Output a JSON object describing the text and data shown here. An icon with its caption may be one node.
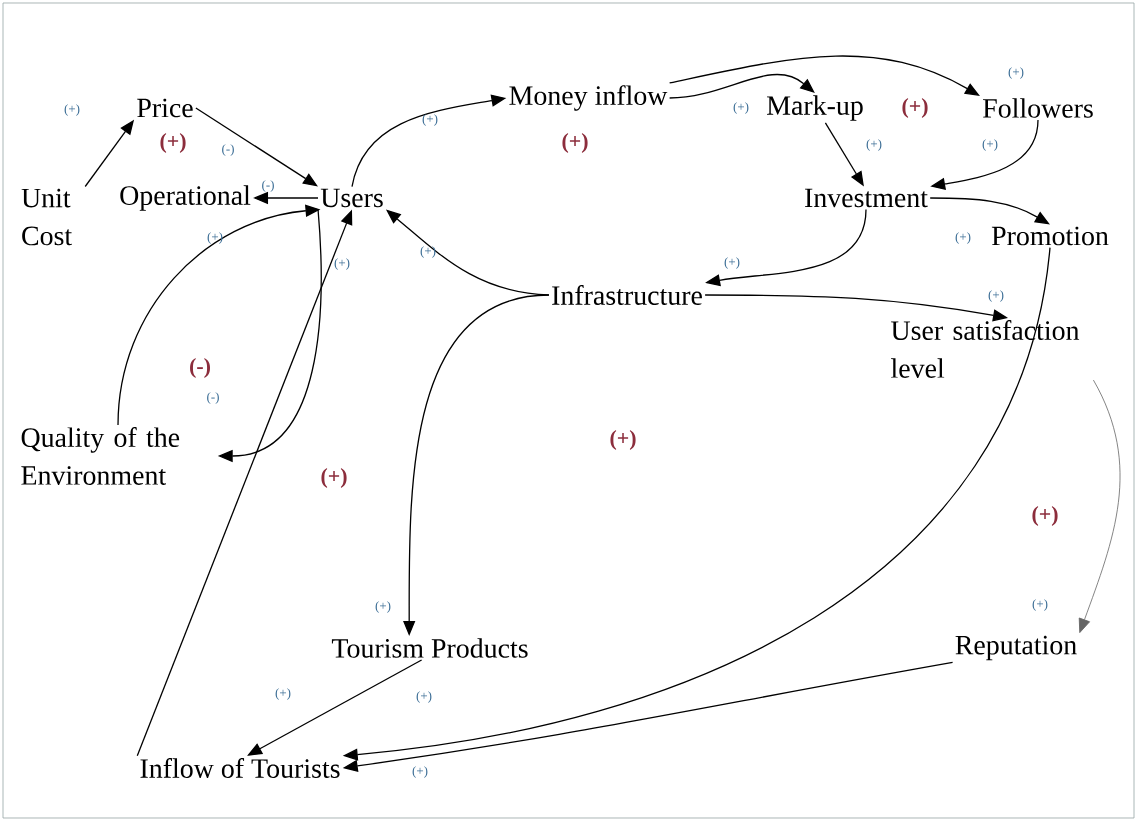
{
  "diagram": {
    "nodes": [
      {
        "text": [
          "Price"
        ]
      },
      {
        "text": [
          "Unit Cost"
        ]
      },
      {
        "text": [
          "Operational"
        ]
      },
      {
        "text": [
          "Users"
        ]
      },
      {
        "text": [
          "Money inflow"
        ]
      },
      {
        "text": [
          "Mark-up"
        ]
      },
      {
        "text": [
          "Followers"
        ]
      },
      {
        "text": [
          "Investment"
        ]
      },
      {
        "text": [
          "Promotion"
        ]
      },
      {
        "text": [
          "Infrastructure"
        ]
      },
      {
        "text": [
          "User satisfaction level"
        ]
      },
      {
        "text": [
          "Quality of the Environment"
        ]
      },
      {
        "text": [
          "Tourism Products"
        ]
      },
      {
        "text": [
          "Reputation"
        ]
      },
      {
        "text": [
          "Inflow of Tourists"
        ]
      }
    ],
    "edges": [
      {
        "from": 1,
        "to": 0,
        "arrow": "to",
        "label": "(+)"
      },
      {
        "from": 0,
        "to": 3,
        "arrow": "to",
        "label": "(-)"
      },
      {
        "from": 3,
        "to": 2,
        "arrow": "to",
        "label": "(-)"
      },
      {
        "from": 3,
        "to": 11,
        "arrow": "to",
        "label": "(-)"
      },
      {
        "from": 11,
        "to": 3,
        "arrow": "to",
        "label": "(+)"
      },
      {
        "from": 14,
        "to": 3,
        "arrow": "to",
        "label": "(+)"
      },
      {
        "from": 9,
        "to": 3,
        "arrow": "to",
        "label": "(+)"
      },
      {
        "from": 3,
        "to": 4,
        "arrow": "to",
        "label": "(+)"
      },
      {
        "from": 4,
        "to": 5,
        "arrow": "to",
        "label": "(+)"
      },
      {
        "from": 4,
        "to": 6,
        "arrow": "to",
        "label": "(+)"
      },
      {
        "from": 5,
        "to": 7,
        "arrow": "to",
        "label": "(+)"
      },
      {
        "from": 6,
        "to": 7,
        "arrow": "to",
        "label": "(+)"
      },
      {
        "from": 7,
        "to": 8,
        "arrow": "to",
        "label": "(+)"
      },
      {
        "from": 7,
        "to": 9,
        "arrow": "to",
        "label": "(+)"
      },
      {
        "from": 9,
        "to": 10,
        "arrow": "to",
        "label": "(+)"
      },
      {
        "from": 9,
        "to": 12,
        "arrow": "to",
        "label": "(+)"
      },
      {
        "from": 10,
        "to": 13,
        "arrow": "to",
        "label": "(+)",
        "color": "#666666"
      },
      {
        "from": 8,
        "to": 14,
        "arrow": "to",
        "label": "(+)"
      },
      {
        "from": 13,
        "to": 14,
        "arrow": "to",
        "label": "(+)"
      },
      {
        "from": 12,
        "to": 14,
        "arrow": "to",
        "label": "(+)"
      }
    ],
    "labels": [
      "(+)",
      "(+)",
      "(+)",
      "(-)",
      "(+)",
      "(+)",
      "(+)"
    ]
  }
}
